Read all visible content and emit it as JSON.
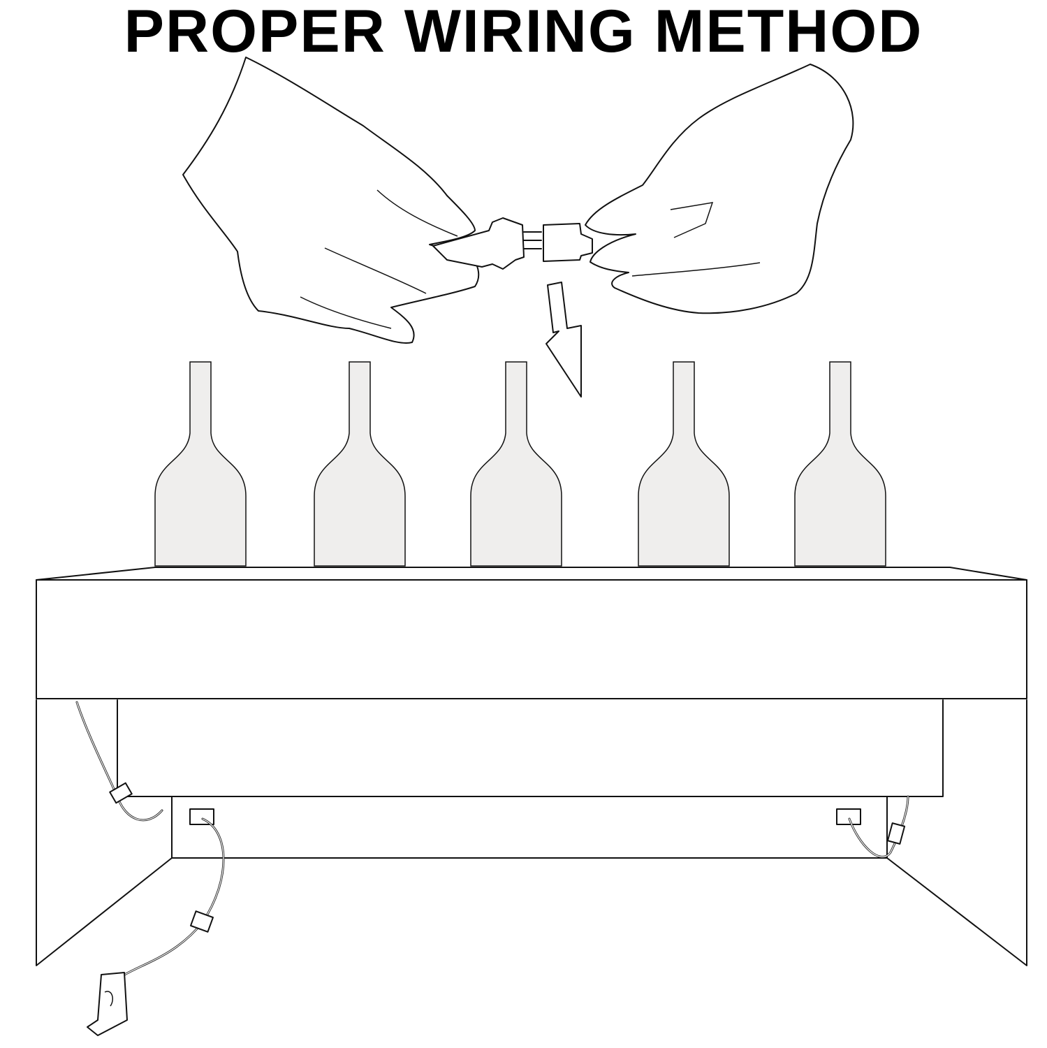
{
  "title": "PROPER WIRING METHOD",
  "colors": {
    "text": "#000000",
    "line": "#111111",
    "bottle_fill": "#efeeed",
    "background": "#ffffff"
  },
  "bottles": [
    "bottle",
    "bottle",
    "bottle",
    "bottle",
    "bottle"
  ]
}
